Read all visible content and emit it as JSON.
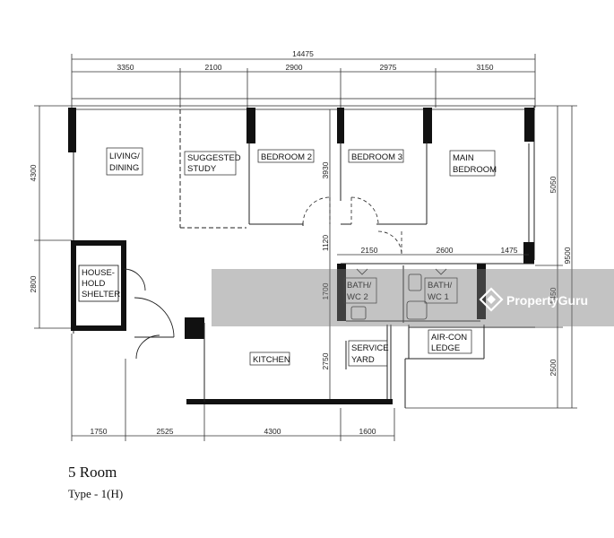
{
  "plan": {
    "title": "5 Room",
    "subtitle": "Type - 1(H)",
    "watermark": "PropertyGuru",
    "dims_top_total": "14475",
    "dims_top": [
      "3350",
      "2100",
      "2900",
      "2975",
      "3150"
    ],
    "dims_bottom": [
      "1750",
      "2525",
      "4300",
      "1600"
    ],
    "dims_left": [
      "4300",
      "2800"
    ],
    "dims_right": [
      "5050",
      "9500",
      "1450",
      "2500"
    ],
    "dims_inner": {
      "d3930": "3930",
      "d1120": "1120",
      "d1700": "1700",
      "d2750": "2750",
      "d2150": "2150",
      "d2600": "2600",
      "d1475": "1475"
    },
    "rooms": {
      "living_1": "LIVING/",
      "living_2": "DINING",
      "study_1": "SUGGESTED",
      "study_2": "STUDY",
      "bed2": "BEDROOM 2",
      "bed3": "BEDROOM 3",
      "main_1": "MAIN",
      "main_2": "BEDROOM",
      "shelter_1": "HOUSE-",
      "shelter_2": "HOLD",
      "shelter_3": "SHELTER",
      "bath2_1": "BATH/",
      "bath2_2": "WC 2",
      "bath1_1": "BATH/",
      "bath1_2": "WC 1",
      "service_1": "SERVICE",
      "service_2": "YARD",
      "aircon_1": "AIR-CON",
      "aircon_2": "LEDGE",
      "kitchen": "KITCHEN"
    }
  }
}
